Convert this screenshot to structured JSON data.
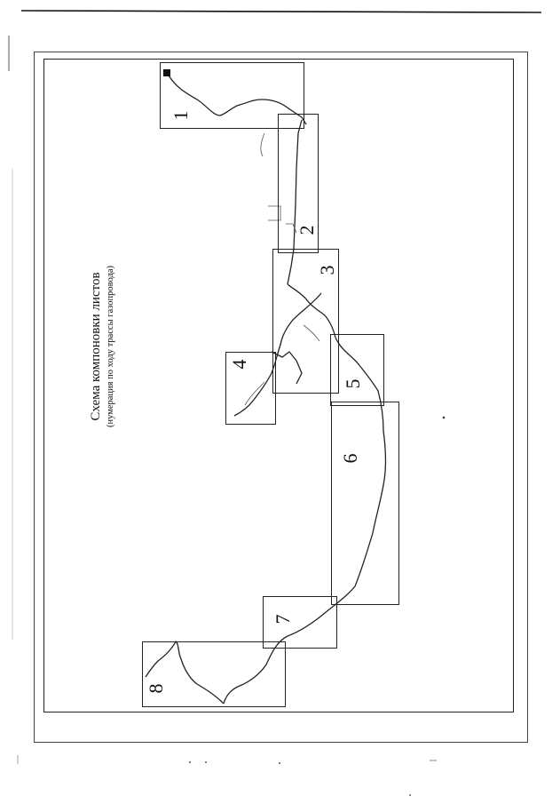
{
  "title": "Схема компоновки листов",
  "subtitle": "(нумерация по ходу трассы газопровода)",
  "sheets": [
    {
      "label": "1"
    },
    {
      "label": "2"
    },
    {
      "label": "3"
    },
    {
      "label": "4"
    },
    {
      "label": "5"
    },
    {
      "label": "6"
    },
    {
      "label": "7"
    },
    {
      "label": "8"
    }
  ]
}
